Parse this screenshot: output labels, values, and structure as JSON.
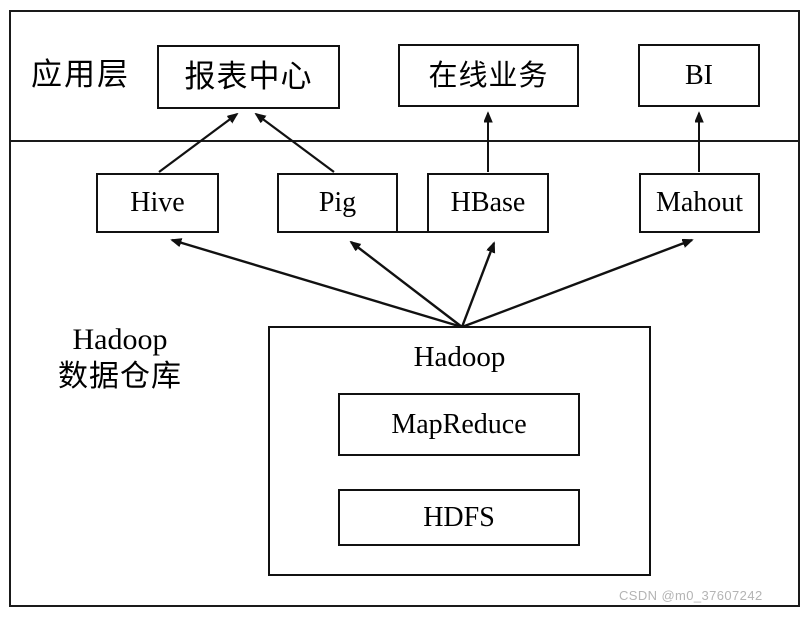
{
  "diagram": {
    "title_context": "Hadoop data warehouse architecture layers",
    "layers": [
      {
        "name": "application-layer",
        "label": "应用层"
      },
      {
        "name": "hadoop-warehouse-layer",
        "label_line1": "Hadoop",
        "label_line2": "数据仓库"
      }
    ],
    "application_nodes": [
      {
        "id": "report-center",
        "label": "报表中心"
      },
      {
        "id": "online-business",
        "label": "在线业务"
      },
      {
        "id": "bi",
        "label": "BI"
      }
    ],
    "tool_nodes": [
      {
        "id": "hive",
        "label": "Hive"
      },
      {
        "id": "pig",
        "label": "Pig"
      },
      {
        "id": "hbase",
        "label": "HBase"
      },
      {
        "id": "mahout",
        "label": "Mahout"
      }
    ],
    "hadoop_container": {
      "label": "Hadoop",
      "components": [
        {
          "id": "mapreduce",
          "label": "MapReduce"
        },
        {
          "id": "hdfs",
          "label": "HDFS"
        }
      ]
    },
    "connections": [
      {
        "from": "hive",
        "to": "report-center",
        "style": "solid-arrow"
      },
      {
        "from": "pig",
        "to": "report-center",
        "style": "solid-arrow"
      },
      {
        "from": "hbase",
        "to": "online-business",
        "style": "solid-arrow"
      },
      {
        "from": "mahout",
        "to": "bi",
        "style": "solid-arrow"
      },
      {
        "from": "hadoop",
        "to": "hive",
        "style": "solid-arrow"
      },
      {
        "from": "hadoop",
        "to": "pig",
        "style": "solid-arrow"
      },
      {
        "from": "hadoop",
        "to": "hbase",
        "style": "solid-arrow"
      },
      {
        "from": "hadoop",
        "to": "mahout",
        "style": "solid-arrow"
      }
    ],
    "colors": {
      "stroke": "#111111",
      "background": "#ffffff",
      "text": "#000000",
      "watermark": "#b4b4b4"
    }
  },
  "watermark": {
    "text": "CSDN @m0_37607242"
  }
}
